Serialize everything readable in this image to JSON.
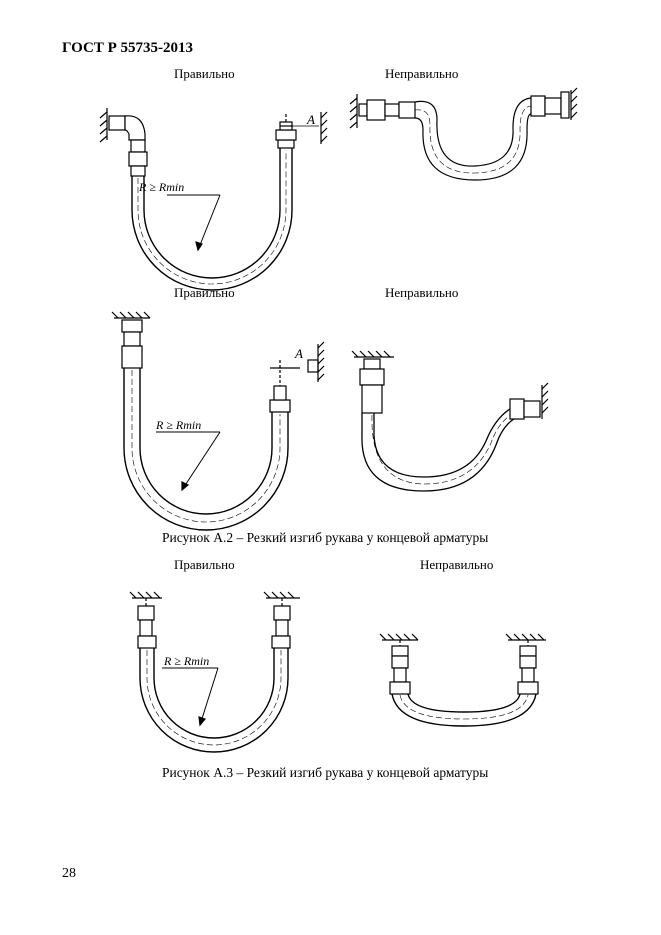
{
  "header": {
    "doc_id": "ГОСТ Р 55735-2013"
  },
  "figure_rows": [
    {
      "label_correct": "Правильно",
      "label_incorrect": "Неправильно"
    },
    {
      "label_correct": "Правильно",
      "label_incorrect": "Неправильно"
    },
    {
      "label_correct": "Правильно",
      "label_incorrect": "Неправильно"
    }
  ],
  "annotations": {
    "radius_1": "R ≥ Rmin",
    "radius_2": "R ≥ Rmin",
    "radius_3": "R ≥ Rmin",
    "mark_a_1": "A",
    "mark_a_2": "A"
  },
  "captions": {
    "fig_a2": "Рисунок А.2  – Резкий изгиб рукава у концевой арматуры",
    "fig_a3": "Рисунок А.3  – Резкий изгиб рукава у концевой арматуры"
  },
  "footer": {
    "page_number": "28"
  }
}
